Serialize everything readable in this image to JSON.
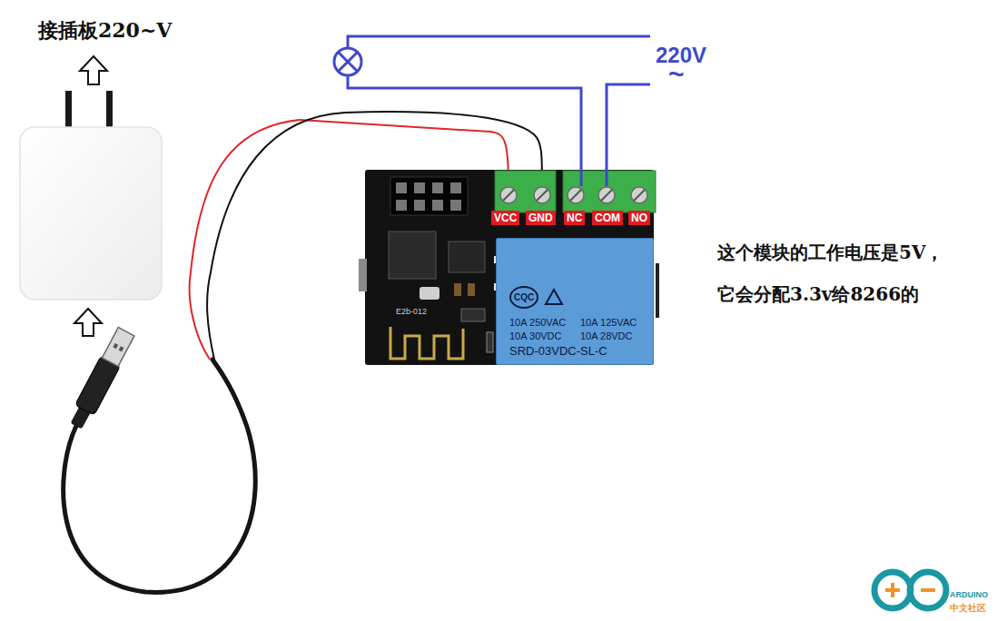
{
  "diagram": {
    "nodes": [
      {
        "text": [
          "VCC"
        ]
      },
      {
        "text": [
          "GND"
        ]
      },
      {
        "text": [
          "NC"
        ]
      },
      {
        "text": [
          "COM"
        ]
      },
      {
        "text": [
          "NO"
        ]
      },
      {
        "text": [
          "CQC",
          "10A 250VAC",
          "10A 125VAC",
          "10A 30VDC",
          "10A 28VDC",
          "SRD-03VDC-SL-C"
        ]
      }
    ],
    "labels": [
      "接插板220~V",
      "220V",
      "~",
      "这个模块的工作电压是5V，",
      "它会分配3.3v给8266的",
      "E2b-012",
      "ARDUINO",
      "中文社区"
    ]
  }
}
